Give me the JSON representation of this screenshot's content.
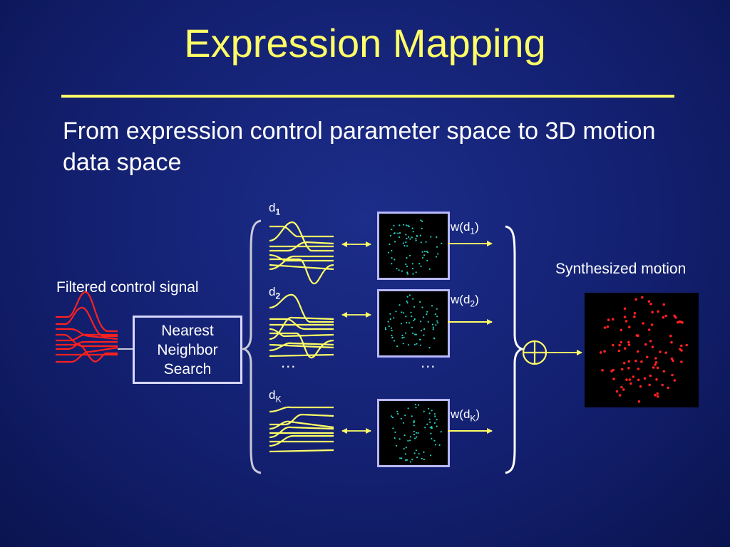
{
  "title": "Expression Mapping",
  "subtitle": "From expression control parameter space to 3D motion data space",
  "labels": {
    "filtered_signal": "Filtered control signal",
    "nearest_line1": "Nearest",
    "nearest_line2": "Neighbor",
    "nearest_line3": "Search",
    "synthesized": "Synthesized motion",
    "ellipsis": "...",
    "d1": "d",
    "d1_sub": "1",
    "d2": "d",
    "d2_sub": "2",
    "dk": "d",
    "dk_sub": "K",
    "w1_pre": "w(d",
    "w1_sub": "1",
    "w1_post": ")",
    "w2_pre": "w(d",
    "w2_sub": "2",
    "w2_post": ")",
    "wk_pre": "w(d",
    "wk_sub": "K",
    "wk_post": ")"
  },
  "colors": {
    "title": "#ffff66",
    "signal": "#ff2020",
    "sample_curves": "#ffff66",
    "face_markers": "#22d0c0",
    "synth_markers": "#ff2020",
    "bracket": "#c8c8d8"
  }
}
